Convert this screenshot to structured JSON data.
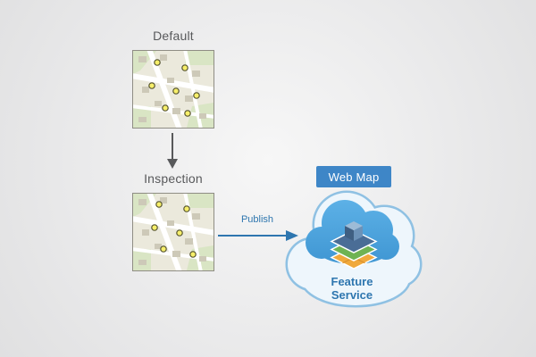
{
  "labels": {
    "default_map": "Default",
    "inspection_map": "Inspection",
    "publish": "Publish",
    "web_map": "Web Map",
    "feature_service": "Feature Service"
  },
  "colors": {
    "label_text": "#58595b",
    "down_arrow": "#58595b",
    "publish_arrow": "#2e76af",
    "web_map_badge_bg": "#3e86c7",
    "web_map_badge_text": "#ffffff",
    "outer_cloud_fill": "#eef6fc",
    "outer_cloud_stroke": "#8fc1e3",
    "inner_cloud_top": "#5fb3e8",
    "inner_cloud_bottom": "#3d94d1",
    "feature_service_text": "#2e76af",
    "layer_top": "#4a6d96",
    "layer_middle": "#6fb353",
    "layer_bottom": "#f0a93c",
    "dot_fill": "#f7ef6a",
    "dot_stroke": "#55542f"
  },
  "maps": {
    "default": {
      "points": [
        [
          27,
          13
        ],
        [
          58,
          19
        ],
        [
          21,
          39
        ],
        [
          48,
          45
        ],
        [
          71,
          50
        ],
        [
          36,
          64
        ],
        [
          61,
          70
        ]
      ]
    },
    "inspection": {
      "points": [
        [
          29,
          12
        ],
        [
          60,
          17
        ],
        [
          24,
          38
        ],
        [
          52,
          44
        ],
        [
          34,
          62
        ],
        [
          67,
          68
        ]
      ]
    }
  }
}
